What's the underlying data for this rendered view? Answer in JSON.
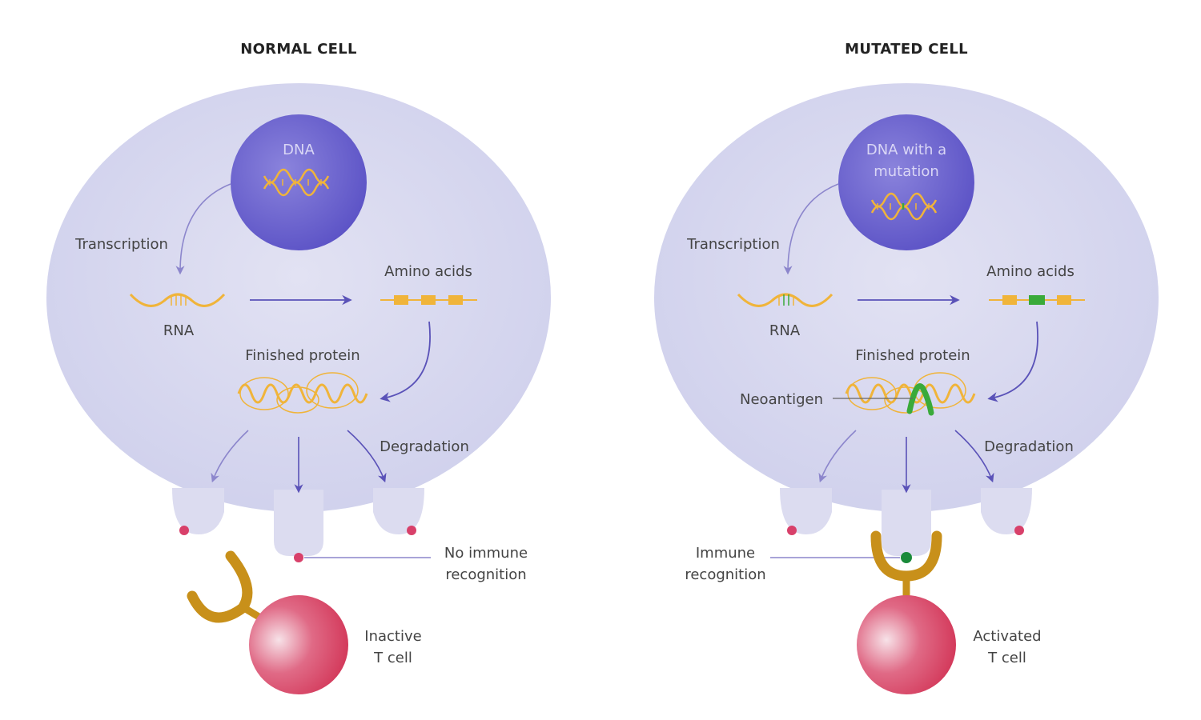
{
  "panels": [
    {
      "title": "NORMAL CELL",
      "dna_label": [
        "DNA"
      ],
      "transcription": "Transcription",
      "rna": "RNA",
      "amino_acids": "Amino acids",
      "finished_protein": "Finished protein",
      "degradation": "Degradation",
      "recognition": [
        "No immune",
        "recognition"
      ],
      "tcell": [
        "Inactive",
        "T cell"
      ]
    },
    {
      "title": "MUTATED CELL",
      "dna_label": [
        "DNA with a",
        "mutation"
      ],
      "transcription": "Transcription",
      "rna": "RNA",
      "amino_acids": "Amino acids",
      "finished_protein": "Finished protein",
      "neoantigen": "Neoantigen",
      "degradation": "Degradation",
      "recognition": [
        "Immune",
        "recognition"
      ],
      "tcell": [
        "Activated",
        "T cell"
      ]
    }
  ],
  "colors": {
    "cell_fill": "#dcdcf0",
    "nucleus": "#6a62d0",
    "arrow": "#5a52b8",
    "helix": "#f0b43a",
    "mutation": "#3aaa3a",
    "tcell": "#d63a5a",
    "receptor": "#c8901a",
    "peptide_dot": "#d8406a",
    "neo_dot": "#1a8a3a"
  }
}
